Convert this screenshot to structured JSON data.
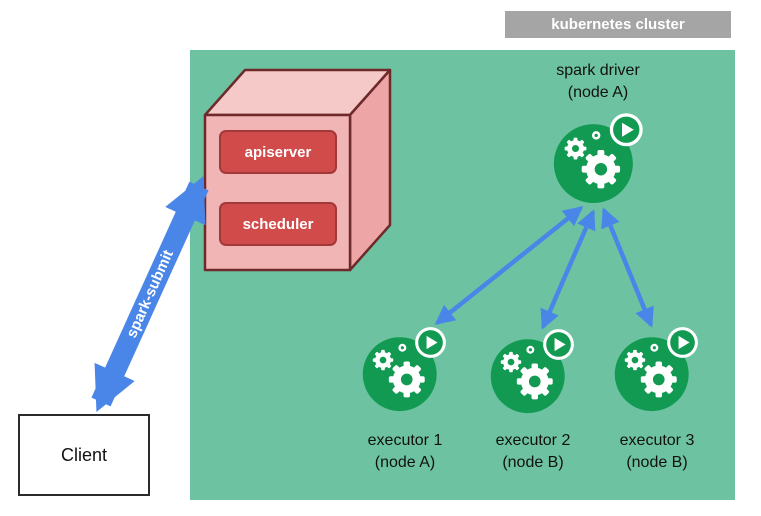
{
  "cluster": {
    "label": "kubernetes cluster",
    "control_plane": {
      "apiserver": "apiserver",
      "scheduler": "scheduler"
    }
  },
  "driver": {
    "title": "spark driver",
    "node": "(node A)"
  },
  "executors": [
    {
      "title": "executor 1",
      "node": "(node A)"
    },
    {
      "title": "executor 2",
      "node": "(node B)"
    },
    {
      "title": "executor 3",
      "node": "(node B)"
    }
  ],
  "client": {
    "label": "Client"
  },
  "submit": {
    "label": "spark-submit"
  },
  "icons": {
    "pod": "gears-with-play-pod-icon",
    "gear": "gear-icon",
    "play": "play-icon"
  },
  "colors": {
    "cluster_bg": "#6dc3a1",
    "cluster_label_bg": "#a5a5a5",
    "pod_green": "#129a52",
    "control_plane_red": "#d14b4b",
    "cube_pink": "#f2b5b5",
    "arrow_blue": "#4a86e8"
  }
}
